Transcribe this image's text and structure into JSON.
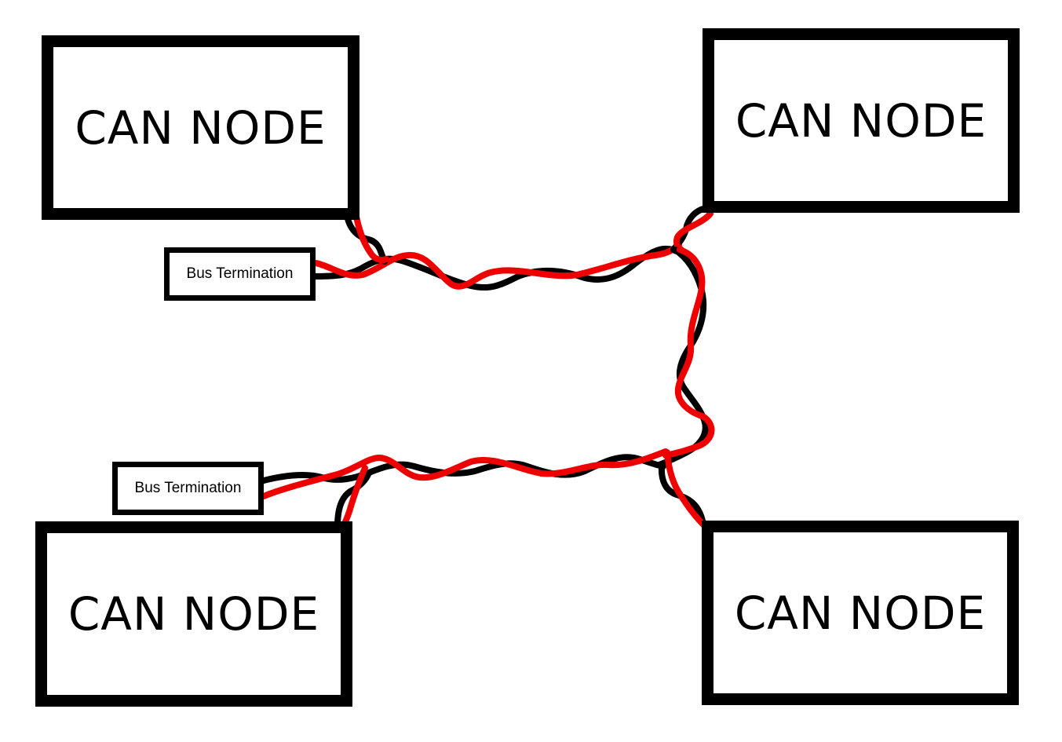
{
  "colors": {
    "background": "#ffffff",
    "box_border": "#000000",
    "wire_high": "#ee0000",
    "wire_low": "#000000"
  },
  "nodes": [
    {
      "label": "CAN NODE"
    },
    {
      "label": "CAN NODE"
    },
    {
      "label": "CAN NODE"
    },
    {
      "label": "CAN NODE"
    }
  ],
  "terminations": [
    {
      "label": "Bus Termination"
    },
    {
      "label": "Bus Termination"
    }
  ]
}
